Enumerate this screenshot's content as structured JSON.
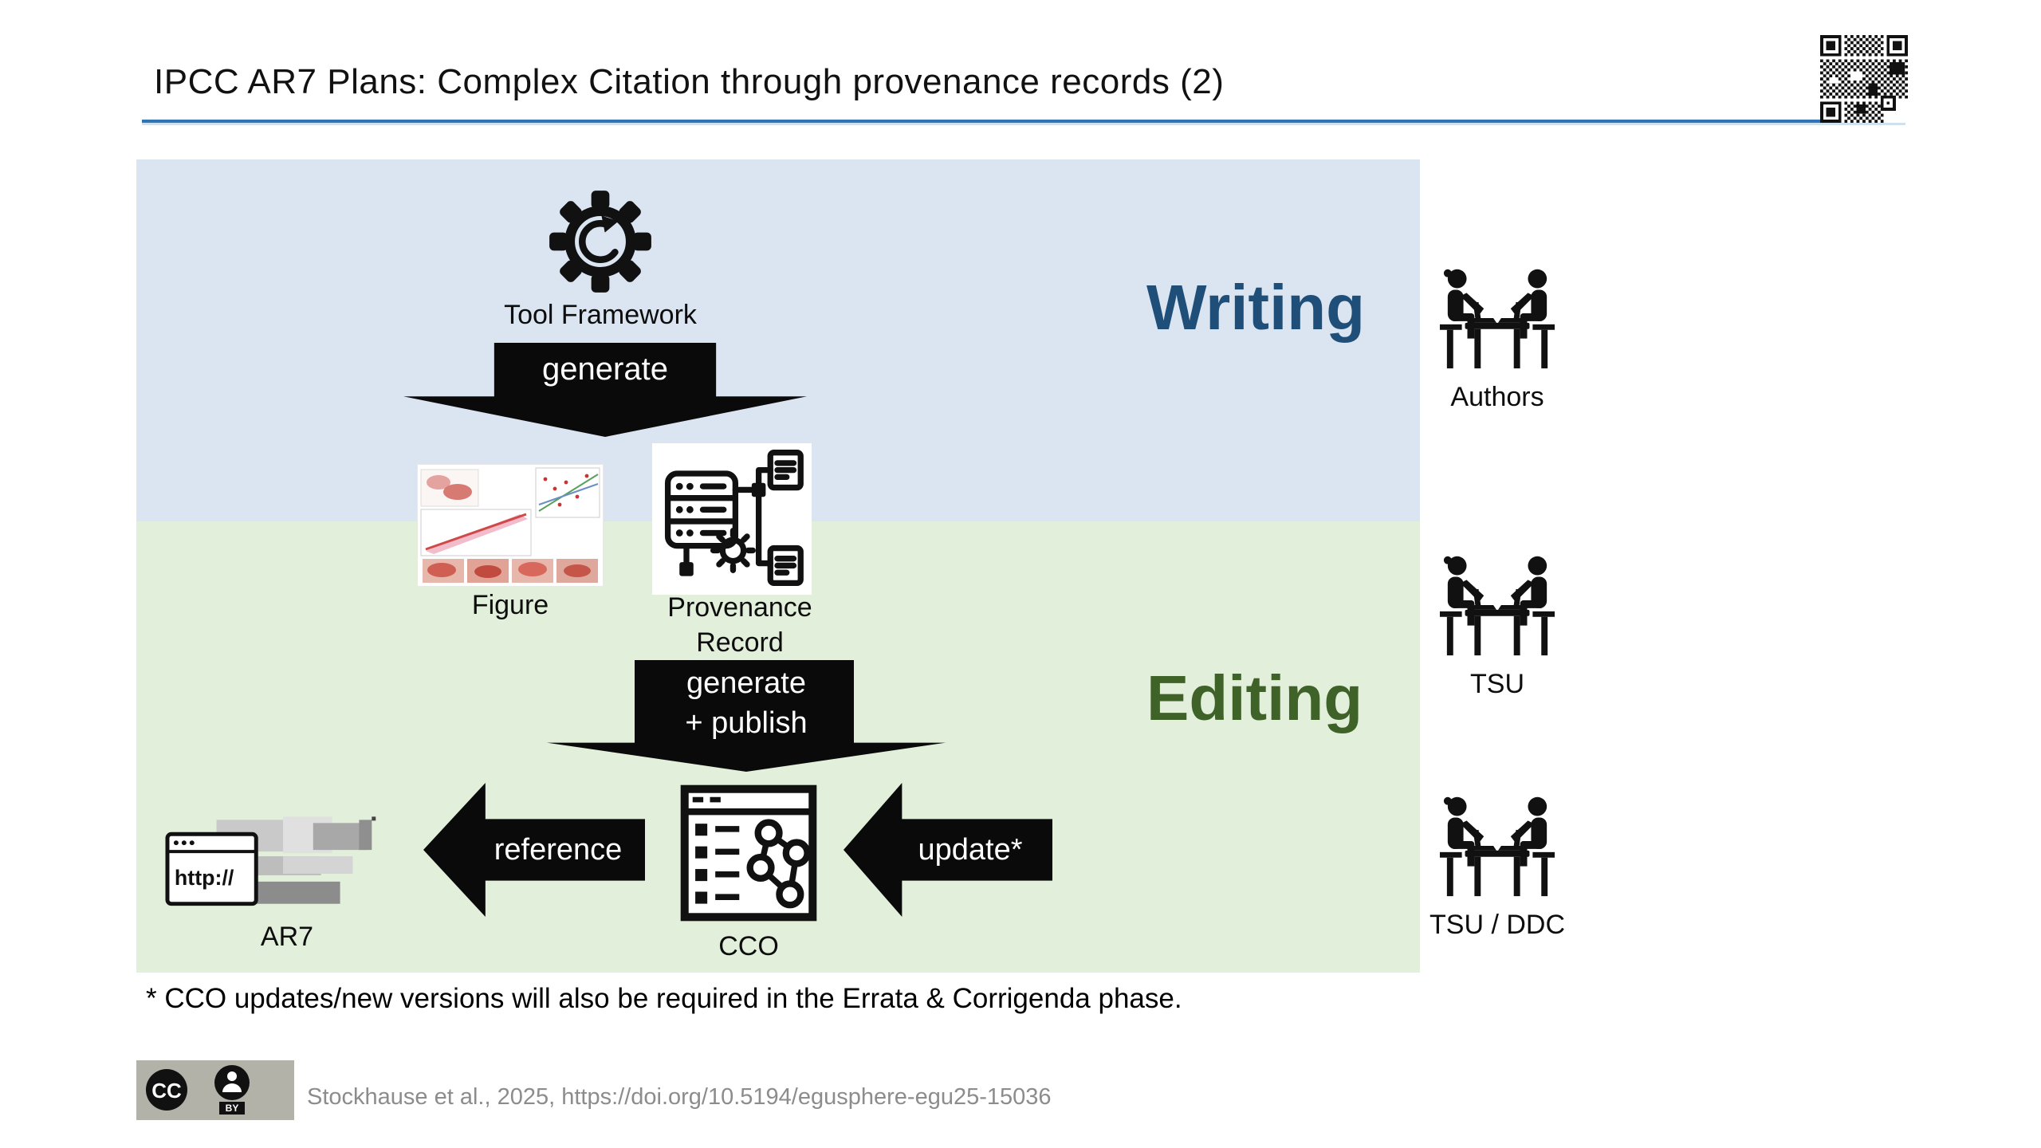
{
  "slide": {
    "title": "IPCC AR7 Plans: Complex Citation through provenance records (2)",
    "footnote": "* CCO updates/new versions will also be required in the Errata & Corrigenda phase.",
    "citation": "Stockhause et al., 2025, https://doi.org/10.5194/egusphere-egu25-15036"
  },
  "colors": {
    "writing_band": "#dbe5f1",
    "editing_band": "#e2efda",
    "writing_text": "#1f4e79",
    "editing_text": "#3f6228",
    "title_rule": "#2e75b6",
    "arrow_fill": "#0a0a0a"
  },
  "sections": {
    "writing": "Writing",
    "editing": "Editing"
  },
  "nodes": {
    "tool_framework": "Tool Framework",
    "figure": "Figure",
    "provenance_line1": "Provenance",
    "provenance_line2": "Record",
    "cco": "CCO",
    "ar7": "AR7",
    "browser_url": "http://"
  },
  "arrows": {
    "generate": "generate",
    "generate_publish_line1": "generate",
    "generate_publish_line2": "+ publish",
    "reference": "reference",
    "update": "update*"
  },
  "actors": [
    {
      "label": "Authors"
    },
    {
      "label": "TSU"
    },
    {
      "label": "TSU / DDC"
    }
  ],
  "license": {
    "cc": "CC",
    "by": "BY"
  }
}
